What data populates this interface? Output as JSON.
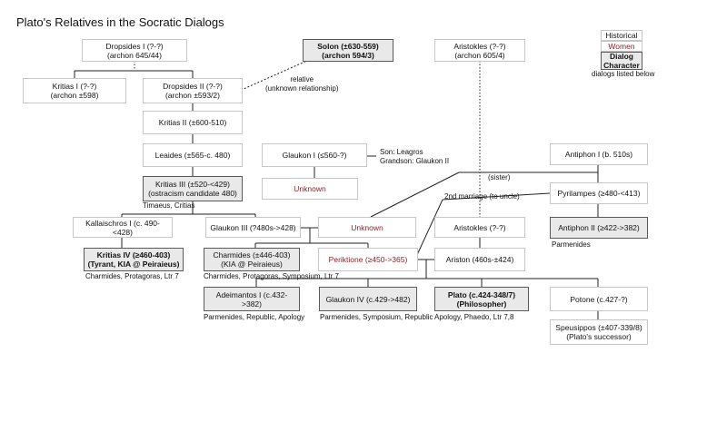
{
  "title": "Plato's Relatives in the Socratic Dialogs",
  "legend": {
    "historical": "Historical",
    "women": "Women",
    "dialog_1": "Dialog",
    "dialog_2": "Character",
    "note": "dialogs listed below"
  },
  "people": {
    "dropsides1": {
      "l1": "Dropsides I (?-?)",
      "l2": "(archon 645/44)"
    },
    "solon": {
      "l1": "Solon (±630-559)",
      "l2": "(archon 594/3)"
    },
    "aristokles1": {
      "l1": "Aristokles (?-?)",
      "l2": "(archon 605/4)"
    },
    "kritias1": {
      "l1": "Kritias I (?-?)",
      "l2": "(archon ±598)"
    },
    "dropsides2": {
      "l1": "Dropsides II (?-?)",
      "l2": "(archon ±593/2)"
    },
    "kritias2": {
      "l1": "Kritias II  (±600-510)"
    },
    "leaides": {
      "l1": "Leaides (±565-c. 480)"
    },
    "glaukon1": {
      "l1": "Glaukon I (≤560-?)"
    },
    "antiphon1": {
      "l1": "Antiphon I (b. 510s)"
    },
    "kritias3": {
      "l1": "Kritias III  (±520-<429)",
      "l2": "(ostracism candidate 480)"
    },
    "unknown1": {
      "l1": "Unknown"
    },
    "pyrilampes": {
      "l1": "Pyrilampes (≥480-<413)"
    },
    "kallaischros": {
      "l1": "Kallaischros I (c. 490-<428)"
    },
    "glaukon3": {
      "l1": "Glaukon III (?480s->428)"
    },
    "unknown2": {
      "l1": "Unknown"
    },
    "aristokles2": {
      "l1": "Aristokles (?-?)"
    },
    "antiphon2": {
      "l1": "Antiphon II (≥422->382)"
    },
    "kritias4": {
      "l1": "Kritias IV (≥460-403)",
      "l2": "(Tyrant, KIA @ Peiraieus)"
    },
    "charmides": {
      "l1": "Charmides (±446-403)",
      "l2": "(KIA @ Peiraieus)"
    },
    "periktione": {
      "l1": "Periktione (≥450->365)"
    },
    "ariston": {
      "l1": "Ariston (460s-±424)"
    },
    "adeimantos": {
      "l1": "Adeimantos I (c.432->382)"
    },
    "glaukon4": {
      "l1": "Glaukon IV (c.429->482)"
    },
    "plato": {
      "l1": "Plato (c.424-348/7)",
      "l2": "(Philosopher)"
    },
    "potone": {
      "l1": "Potone (c.427-?)"
    },
    "speusippos": {
      "l1": "Speusippos (±407-339/8)",
      "l2": "(Plato's successor)"
    }
  },
  "notes": {
    "relative": "relative",
    "unknown_rel": "(unknown relationship)",
    "son": "Son: Leagros",
    "grandson": "Grandson: Glaukon II",
    "sister": "(sister)",
    "second_marriage": "2nd marriage (to uncle)",
    "kritias3_dialogs": "Timaeus, Critias",
    "antiphon2_dialogs": "Parmenides",
    "kritias4_dialogs": "Charmides, Protagoras, Ltr 7",
    "charmides_dialogs": "Charmides, Protagoras, Symposium, Ltr 7",
    "adeimantos_dialogs": "Parmenides, Republic, Apology",
    "glaukon4_dialogs": "Parmenides, Symposium, Republic",
    "plato_dialogs": "Apology, Phaedo, Ltr 7,8"
  }
}
